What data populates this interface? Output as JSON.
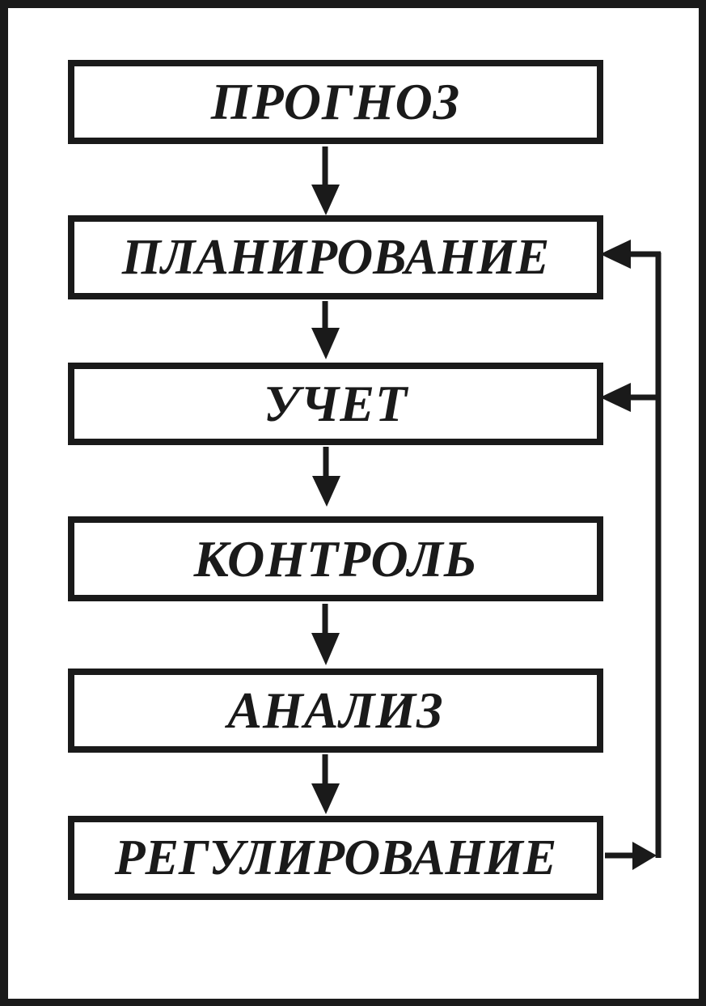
{
  "diagram": {
    "nodes": [
      {
        "id": "forecast",
        "label": "ПРОГНОЗ"
      },
      {
        "id": "planning",
        "label": "ПЛАНИРОВАНИЕ"
      },
      {
        "id": "accounting",
        "label": "УЧЕТ"
      },
      {
        "id": "control",
        "label": "КОНТРОЛЬ"
      },
      {
        "id": "analysis",
        "label": "АНАЛИЗ"
      },
      {
        "id": "regulation",
        "label": "РЕГУЛИРОВАНИЕ"
      }
    ],
    "edges": [
      {
        "from": "forecast",
        "to": "planning"
      },
      {
        "from": "planning",
        "to": "accounting"
      },
      {
        "from": "accounting",
        "to": "control"
      },
      {
        "from": "control",
        "to": "analysis"
      },
      {
        "from": "analysis",
        "to": "regulation"
      },
      {
        "from": "regulation",
        "to": "planning",
        "kind": "feedback"
      },
      {
        "from": "regulation",
        "to": "accounting",
        "kind": "feedback"
      }
    ],
    "colors": {
      "stroke": "#1a1a1a",
      "background": "#ffffff"
    }
  }
}
